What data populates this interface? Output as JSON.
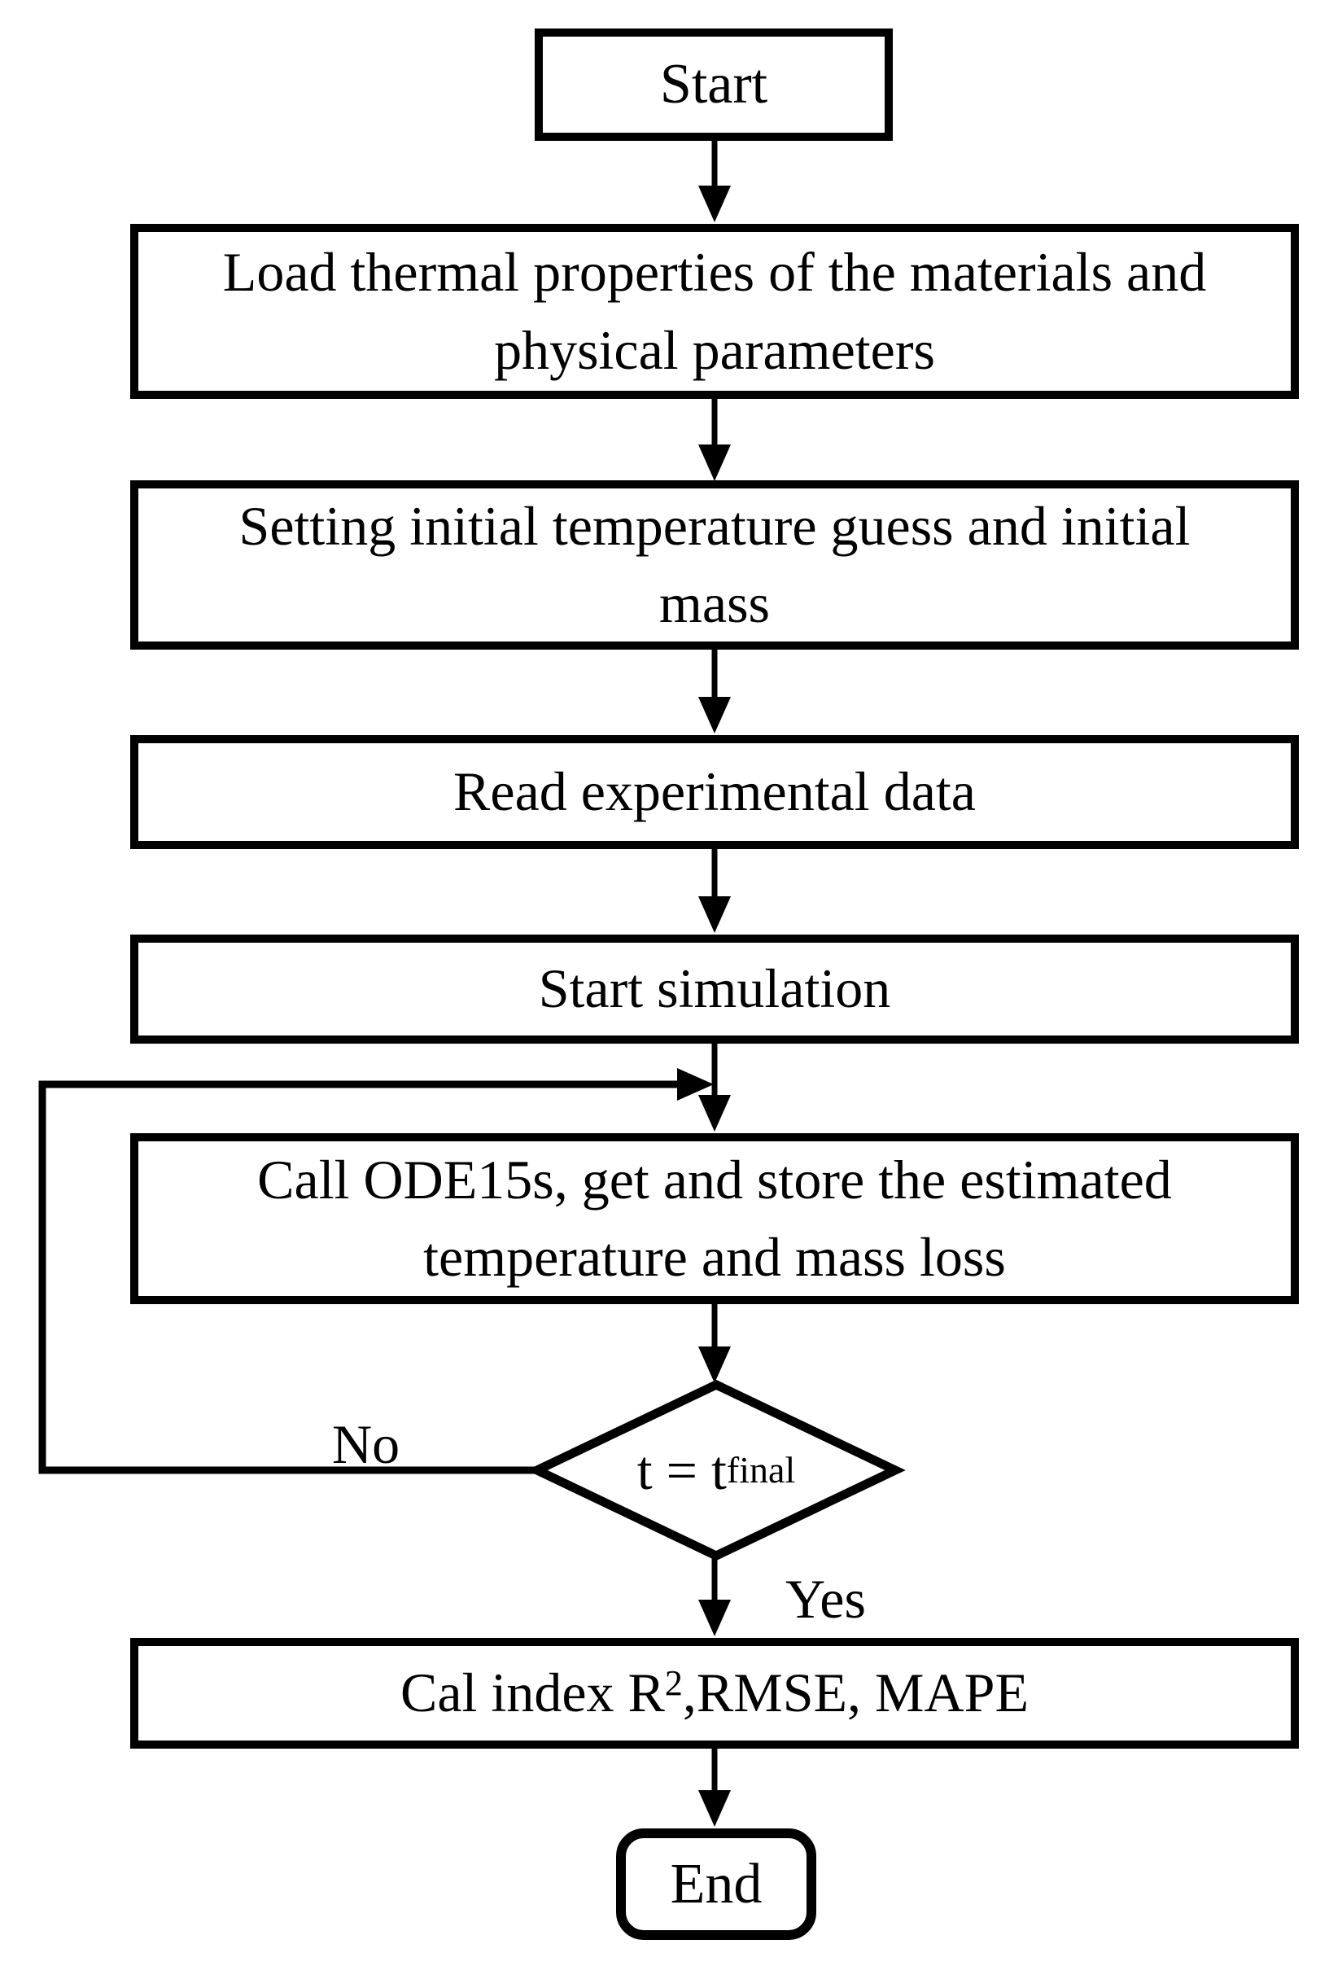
{
  "flowchart": {
    "nodes": {
      "start": {
        "label": "Start"
      },
      "load_properties": {
        "line1": "Load thermal properties of the materials and",
        "line2": "physical parameters"
      },
      "initial_guess": {
        "line1": "Setting initial temperature guess and initial",
        "line2": "mass"
      },
      "read_data": {
        "line1": "Read experimental data"
      },
      "start_simulation": {
        "line1": "Start simulation"
      },
      "call_ode": {
        "line1": "Call ODE15s, get and store the estimated",
        "line2": "temperature and mass loss"
      },
      "decision": {
        "base": "t = t",
        "subscript": "final"
      },
      "cal_index": {
        "base": "Cal index R",
        "superscript": "2",
        "rest": ",RMSE, MAPE"
      },
      "end": {
        "label": "End"
      }
    },
    "edge_labels": {
      "no": "No",
      "yes": "Yes"
    },
    "colors": {
      "line": "#000000",
      "node_fill": "#ffffff",
      "background": "#ffffff"
    }
  }
}
